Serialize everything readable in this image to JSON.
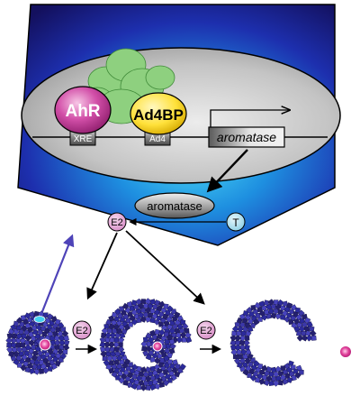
{
  "labels": {
    "ahr": "AhR",
    "ad4bp": "Ad4BP",
    "xre": "XRE",
    "ad4": "Ad4",
    "aromatase_gene": "aromatase",
    "aromatase_protein": "aromatase",
    "e2": "E2",
    "t": "T"
  },
  "colors": {
    "cell_dark": "#13105e",
    "cell_mid": "#2438c8",
    "cell_light": "#47d2f2",
    "nucleus": "#b5b5b5",
    "ahr_fill": "#d24fa8",
    "ad4bp_fill": "#ffe13a",
    "coactivator_green": "#8ed07f",
    "arrow_blue": "#4e43b8",
    "follicle_blue": "#3b37a8",
    "oocyte_pink": "#e0409a",
    "t_fill": "#9fd9ec"
  }
}
